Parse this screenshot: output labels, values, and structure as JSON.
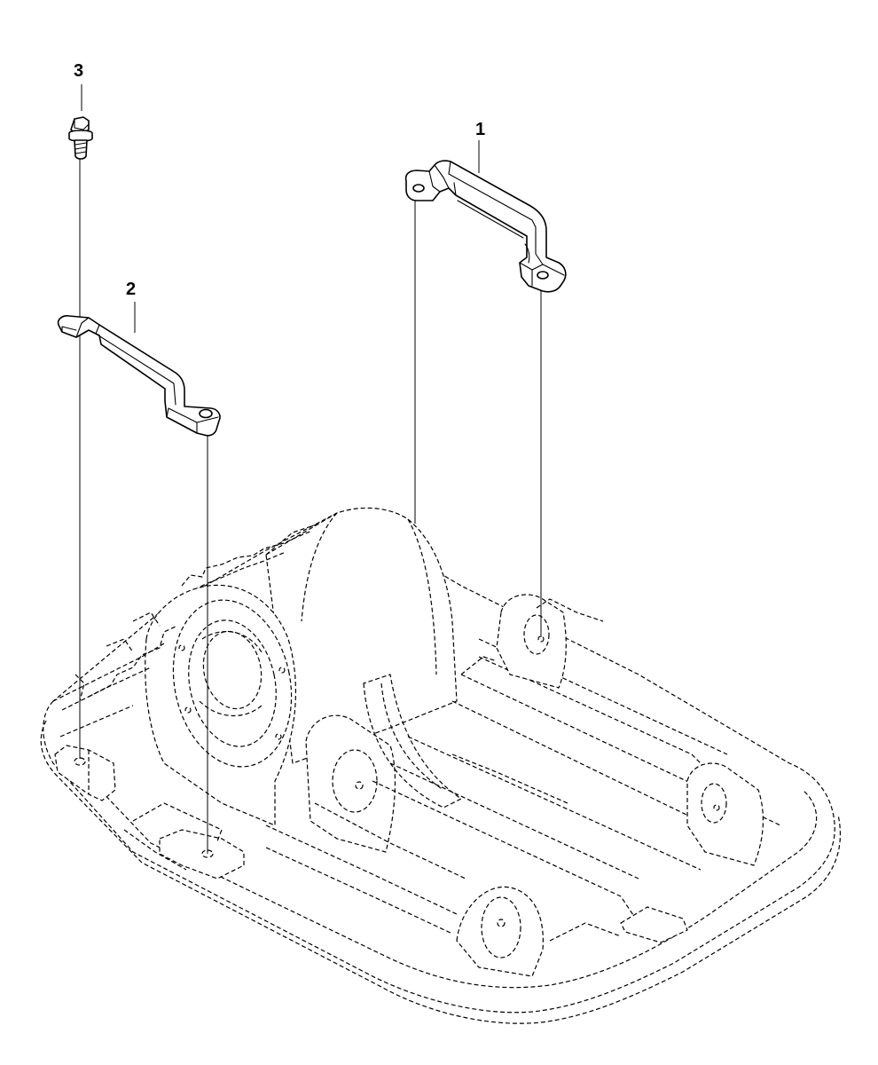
{
  "callouts": {
    "part_1": "1",
    "part_2": "2",
    "part_3": "3"
  },
  "colors": {
    "line": "#000000",
    "background": "#ffffff"
  }
}
